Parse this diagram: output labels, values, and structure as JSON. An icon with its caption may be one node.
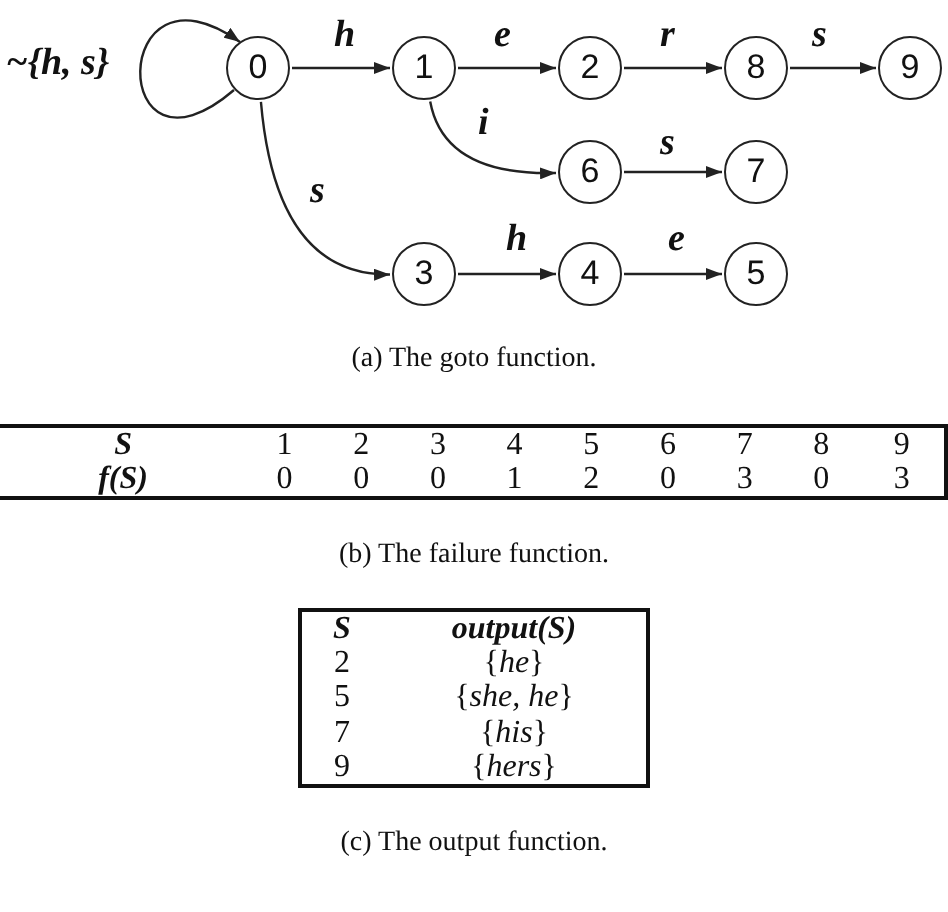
{
  "diagram": {
    "nodes": [
      {
        "text": [
          "0"
        ]
      },
      {
        "text": [
          "1"
        ]
      },
      {
        "text": [
          "2"
        ]
      },
      {
        "text": [
          "8"
        ]
      },
      {
        "text": [
          "9"
        ]
      },
      {
        "text": [
          "6"
        ]
      },
      {
        "text": [
          "7"
        ]
      },
      {
        "text": [
          "3"
        ]
      },
      {
        "text": [
          "4"
        ]
      },
      {
        "text": [
          "5"
        ]
      }
    ],
    "edges": [
      {
        "from": 0,
        "to": 0,
        "arrow": "to",
        "label": "~{**h**, **s**}"
      },
      {
        "from": 0,
        "to": 1,
        "arrow": "to",
        "label": "h"
      },
      {
        "from": 1,
        "to": 2,
        "arrow": "to",
        "label": "e"
      },
      {
        "from": 2,
        "to": 3,
        "arrow": "to",
        "label": "r"
      },
      {
        "from": 3,
        "to": 4,
        "arrow": "to",
        "label": "s"
      },
      {
        "from": 1,
        "to": 5,
        "arrow": "to",
        "label": "i"
      },
      {
        "from": 5,
        "to": 6,
        "arrow": "to",
        "label": "s"
      },
      {
        "from": 0,
        "to": 7,
        "arrow": "to",
        "label": "s"
      },
      {
        "from": 7,
        "to": 8,
        "arrow": "to",
        "label": "h"
      },
      {
        "from": 8,
        "to": 9,
        "arrow": "to",
        "label": "e"
      }
    ],
    "labels": [
      "(a) The goto function.",
      "S",
      "1",
      "2",
      "3",
      "4",
      "5",
      "6",
      "7",
      "8",
      "9",
      "f(S)",
      "0",
      "0",
      "0",
      "1",
      "2",
      "0",
      "3",
      "0",
      "3",
      "(b) The failure function.",
      "S",
      "output(S)",
      "2",
      "{*he*}",
      "5",
      "{*she, he*}",
      "7",
      "{*his*}",
      "9",
      "{*hers*}",
      "(c) The output function."
    ]
  }
}
